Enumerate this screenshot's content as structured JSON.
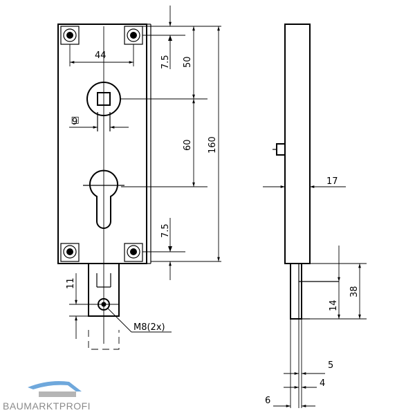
{
  "dimensions": {
    "hole_spacing": "44",
    "top_hole_offset": "7.5",
    "top_to_spindle": "50",
    "spindle_to_cylinder": "60",
    "total_height": "160",
    "bottom_hole_offset": "7.5",
    "spindle_square": "9",
    "spindle_square_prefix": "□",
    "depth": "17",
    "bolt_distance": "11",
    "thread": "M8(2x)",
    "bolt_offset": "14",
    "bolt_height": "38",
    "bolt_thickness_a": "5",
    "bolt_thickness_b": "4",
    "bolt_thickness_c": "6"
  },
  "brand": {
    "name": "BAUMARKTPROFI",
    "colors": {
      "roof": "#6fa8dc",
      "text": "#8a8a8a"
    }
  }
}
